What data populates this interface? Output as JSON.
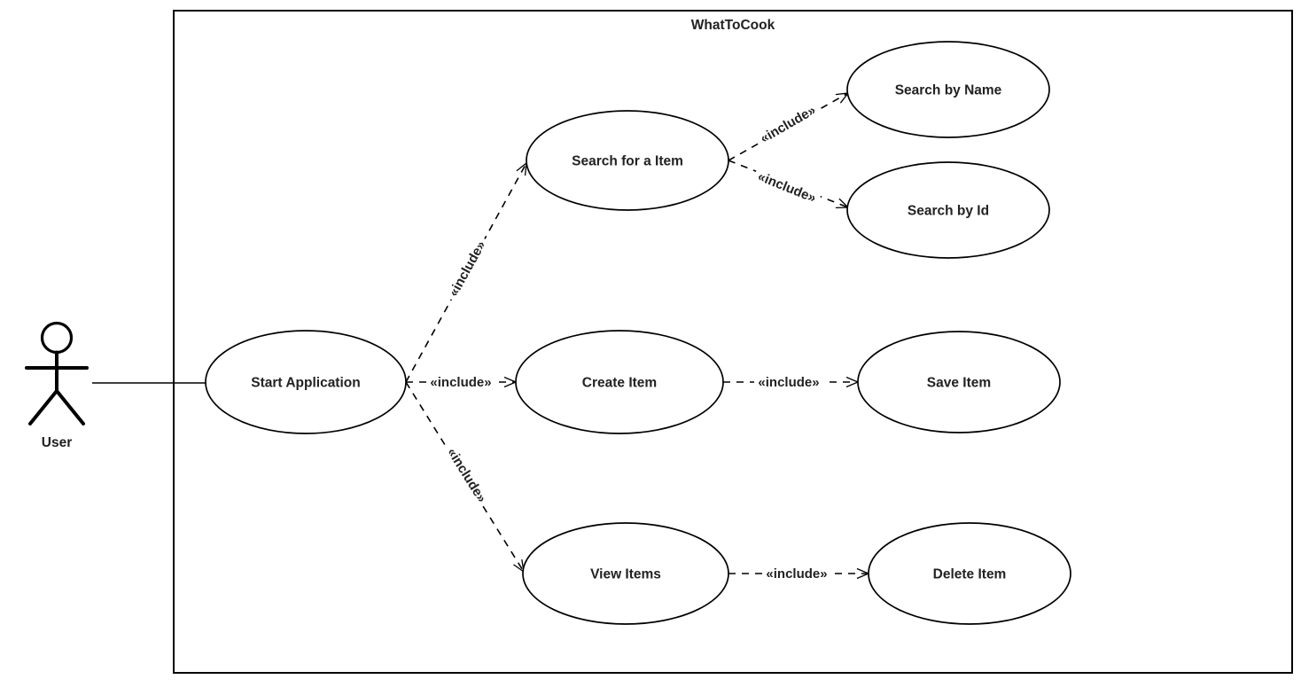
{
  "diagram": {
    "type": "uml-use-case-diagram",
    "title": "WhatToCook",
    "actor": {
      "label": "User"
    },
    "use_cases": [
      {
        "id": "start-application",
        "label": "Start Application"
      },
      {
        "id": "search-for-a-item",
        "label": "Search for a Item"
      },
      {
        "id": "search-by-name",
        "label": "Search by Name"
      },
      {
        "id": "search-by-id",
        "label": "Search by Id"
      },
      {
        "id": "create-item",
        "label": "Create Item"
      },
      {
        "id": "save-item",
        "label": "Save Item"
      },
      {
        "id": "view-items",
        "label": "View Items"
      },
      {
        "id": "delete-item",
        "label": "Delete Item"
      }
    ],
    "relationships": [
      {
        "from": "User",
        "to": "Start Application",
        "type": "association",
        "stereotype": ""
      },
      {
        "from": "Start Application",
        "to": "Search for a Item",
        "type": "include",
        "stereotype": "«include»"
      },
      {
        "from": "Start Application",
        "to": "Create Item",
        "type": "include",
        "stereotype": "«include»"
      },
      {
        "from": "Start Application",
        "to": "View Items",
        "type": "include",
        "stereotype": "«include»"
      },
      {
        "from": "Search for a Item",
        "to": "Search by Name",
        "type": "include",
        "stereotype": "«include»"
      },
      {
        "from": "Search for a Item",
        "to": "Search by Id",
        "type": "include",
        "stereotype": "«include»"
      },
      {
        "from": "Create Item",
        "to": "Save Item",
        "type": "include",
        "stereotype": "«include»"
      },
      {
        "from": "View Items",
        "to": "Delete Item",
        "type": "include",
        "stereotype": "«include»"
      }
    ],
    "colors": {
      "stroke": "#000000",
      "text": "#222222",
      "background": "#ffffff"
    }
  }
}
